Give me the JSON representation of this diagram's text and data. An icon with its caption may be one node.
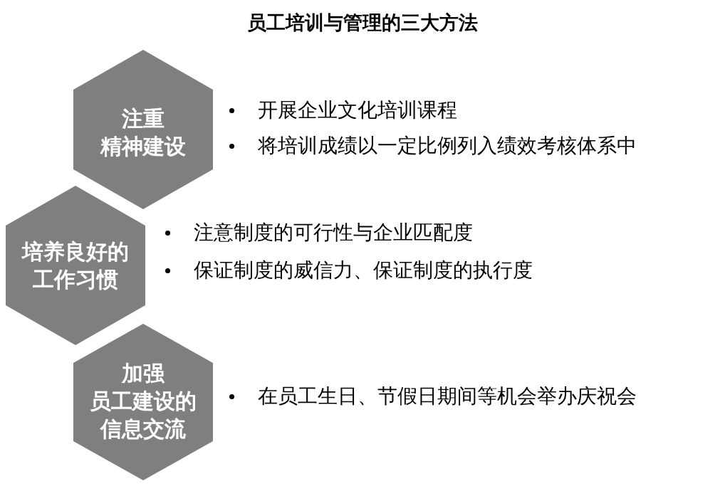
{
  "diagram": {
    "title": "员工培训与管理的三大方法",
    "nodes": [
      {
        "text": [
          "注重精神建设"
        ],
        "beside": [
          "开展企业文化培训课程",
          "将培训成绩以一定比例列入绩效考核体系中"
        ]
      },
      {
        "text": [
          "培养良好的工作习惯"
        ],
        "beside": [
          "注意制度的可行性与企业匹配度",
          "保证制度的威信力、保证制度的执行度"
        ]
      },
      {
        "text": [
          "加强员工建设的信息交流"
        ],
        "beside": [
          "在员工生日、节假日期间等机会举办庆祝会"
        ]
      }
    ]
  }
}
